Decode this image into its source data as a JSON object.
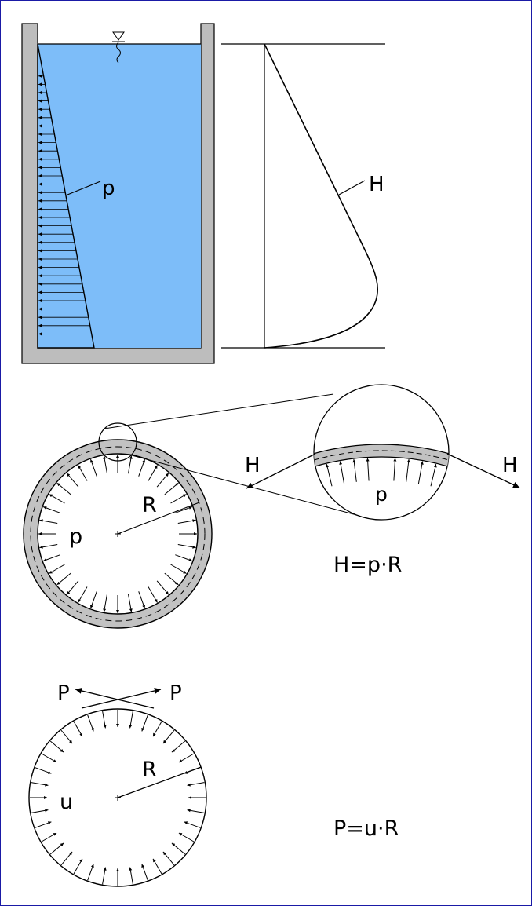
{
  "colors": {
    "frame": "#1a1aa6",
    "wall": "#bdbdbd",
    "water": "#7dbdf9",
    "ring": "#c2c2c2",
    "ink": "#000000"
  },
  "tank": {
    "pressure_label": "p",
    "hoop_force_label": "H",
    "water_level_icon": "water-level-triangle"
  },
  "ring": {
    "pressure_label": "p",
    "radius_label": "R",
    "detail_pressure_label": "p",
    "force_left_label": "H",
    "force_right_label": "H",
    "formula": "H=p·R"
  },
  "cable_ring": {
    "load_label": "u",
    "radius_label": "R",
    "force_left_label": "P",
    "force_right_label": "P",
    "formula": "P=u·R"
  }
}
